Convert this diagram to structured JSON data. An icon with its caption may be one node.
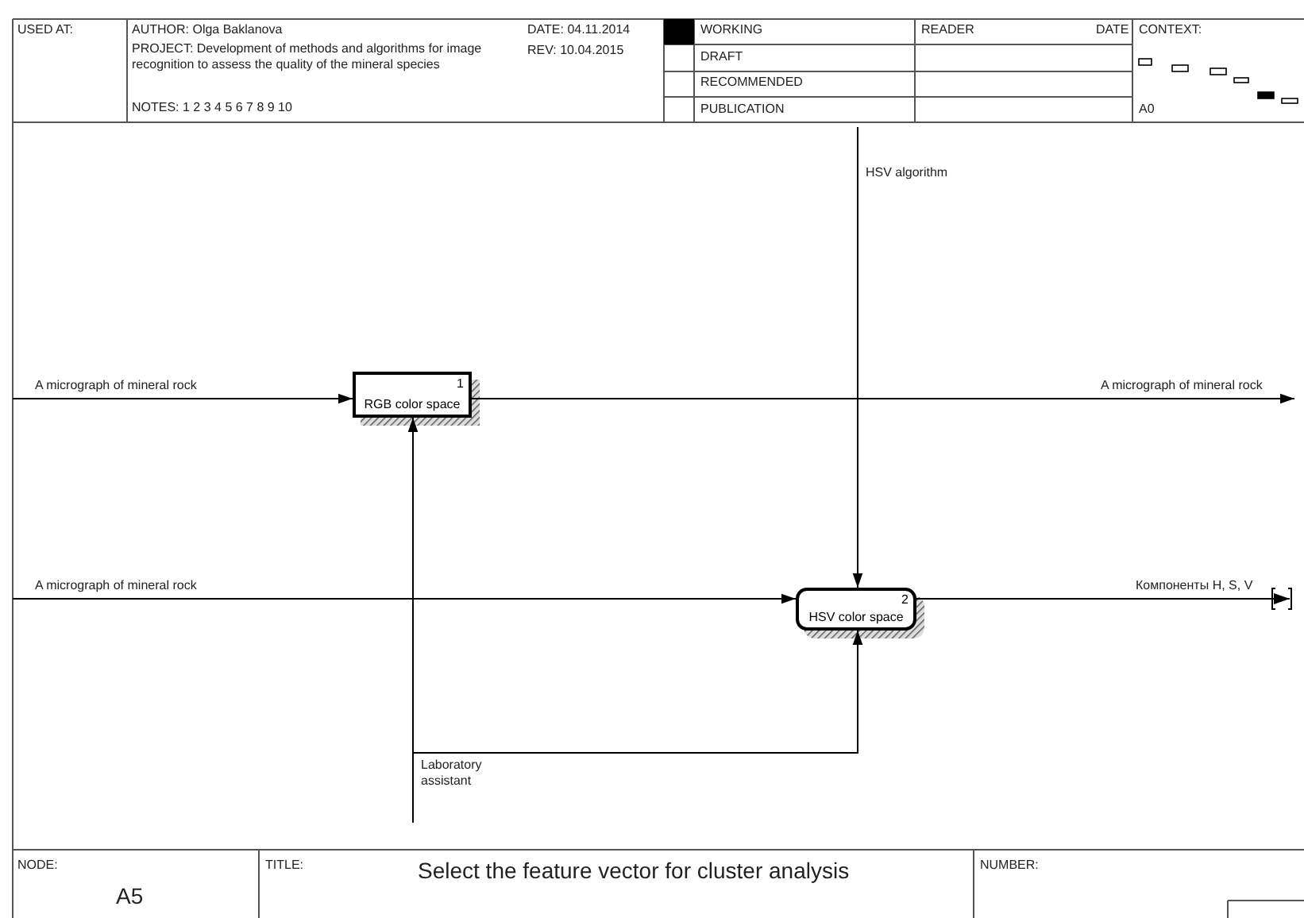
{
  "diagram": {
    "title": "Select the feature vector for cluster analysis",
    "nodes": [
      {
        "text": [
          "1",
          "RGB color space"
        ]
      },
      {
        "text": [
          "2",
          "HSV color space"
        ]
      }
    ],
    "edges": [
      {
        "from": null,
        "to": 0,
        "arrow": "to",
        "label": "A micrograph of mineral rock"
      },
      {
        "from": 0,
        "to": null,
        "arrow": "to",
        "label": "A micrograph of mineral rock"
      },
      {
        "from": null,
        "to": 1,
        "arrow": "to",
        "label": "HSV algorithm"
      },
      {
        "from": null,
        "to": 1,
        "arrow": "to",
        "label": "A micrograph of mineral rock"
      },
      {
        "from": 1,
        "to": null,
        "arrow": "to",
        "label": "Компоненты H, S, V"
      },
      {
        "from": null,
        "to": 0,
        "arrow": "to",
        "label": "Laboratory assistant"
      },
      {
        "from": null,
        "to": 1,
        "arrow": "to"
      }
    ],
    "labels": [
      "USED AT:",
      "AUTHOR: Olga Baklanova",
      "DATE: 04.11.2014",
      "WORKING",
      "READER",
      "DATE",
      "CONTEXT:",
      "PROJECT: Development of methods and algorithms for image recognition to assess the quality of the mineral species",
      "REV: 10.04.2015",
      "DRAFT",
      "RECOMMENDED",
      "NOTES: 1 2 3 4 5 6 7 8 9 10",
      "PUBLICATION",
      "A0",
      "NODE:",
      "TITLE:",
      "NUMBER:",
      "A5"
    ]
  }
}
